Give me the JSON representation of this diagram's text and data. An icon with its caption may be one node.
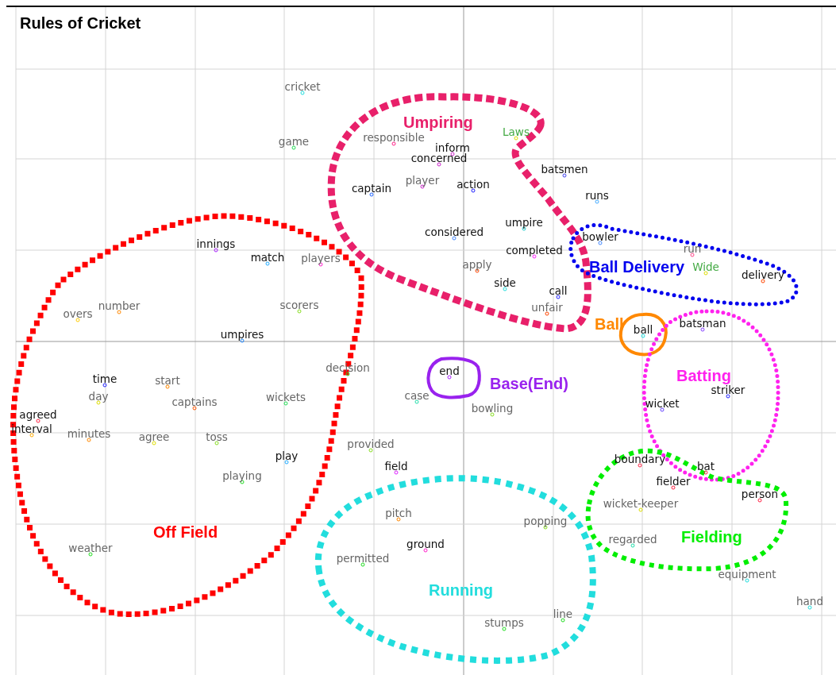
{
  "diagram": {
    "title": "Rules of Cricket",
    "nodes": [
      {
        "text": [
          "Umpiring"
        ]
      },
      {
        "text": [
          "Ball Delivery"
        ]
      },
      {
        "text": [
          "Ball"
        ]
      },
      {
        "text": [
          "Off Field"
        ]
      },
      {
        "text": [
          "Base(End)"
        ]
      },
      {
        "text": [
          "Batting"
        ]
      },
      {
        "text": [
          "Fielding"
        ]
      },
      {
        "text": [
          "Running"
        ]
      }
    ],
    "edges": [],
    "labels": [
      "cricket",
      "Laws",
      "responsible",
      "inform",
      "game",
      "concerned",
      "batsmen",
      "captain",
      "player",
      "action",
      "runs",
      "umpire",
      "considered",
      "bowler",
      "innings",
      "run",
      "completed",
      "match",
      "players",
      "apply",
      "Wide",
      "delivery",
      "side",
      "call",
      "number",
      "scorers",
      "overs",
      "unfair",
      "batsman",
      "ball",
      "umpires",
      "decision",
      "end",
      "time",
      "start",
      "day",
      "case",
      "striker",
      "wickets",
      "captains",
      "wicket",
      "bowling",
      "agreed",
      "interval",
      "minutes",
      "agree",
      "toss",
      "provided",
      "play",
      "boundary",
      "field",
      "bat",
      "playing",
      "fielder",
      "person",
      "wicket-keeper",
      "pitch",
      "popping",
      "regarded",
      "weather",
      "ground",
      "permitted",
      "equipment",
      "hand",
      "line",
      "stumps"
    ]
  }
}
